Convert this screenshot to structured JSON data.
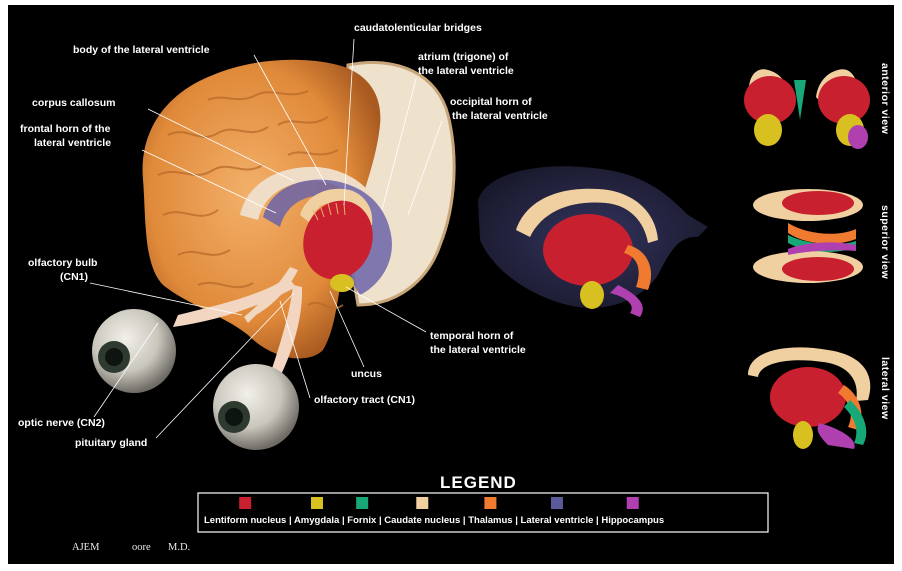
{
  "labels": {
    "caudatolenticular": "caudatolenticular bridges",
    "body_lv": "body of the lateral ventricle",
    "atrium_1": "atrium (trigone) of",
    "atrium_2": "the lateral ventricle",
    "corpus_callosum": "corpus callosum",
    "occipital_1": "occipital horn of",
    "occipital_2": "the lateral ventricle",
    "frontal_1": "frontal horn of the",
    "frontal_2": "lateral ventricle",
    "olfactory_bulb_1": "olfactory bulb",
    "olfactory_bulb_2": "(CN1)",
    "temporal_1": "temporal horn of",
    "temporal_2": "the lateral ventricle",
    "uncus": "uncus",
    "olfactory_tract": "olfactory tract (CN1)",
    "optic_nerve": "optic nerve (CN2)",
    "pituitary": "pituitary gland"
  },
  "views": {
    "anterior": "anterior view",
    "superior": "superior view",
    "lateral": "lateral view"
  },
  "legend": {
    "title": "LEGEND",
    "items": [
      {
        "label": "Lentiform nucleus",
        "color": "#c8202e"
      },
      {
        "label": "Amygdala",
        "color": "#d8c020"
      },
      {
        "label": "Fornix",
        "color": "#18a878"
      },
      {
        "label": "Caudate nucleus",
        "color": "#f0cfa0"
      },
      {
        "label": "Thalamus",
        "color": "#f07a30"
      },
      {
        "label": "Lateral ventricle",
        "color": "#5a5a9a"
      },
      {
        "label": "Hippocampus",
        "color": "#b040b0"
      }
    ]
  },
  "signature": {
    "mark": "AJEM",
    "name": "oore",
    "suffix": "M.D."
  }
}
